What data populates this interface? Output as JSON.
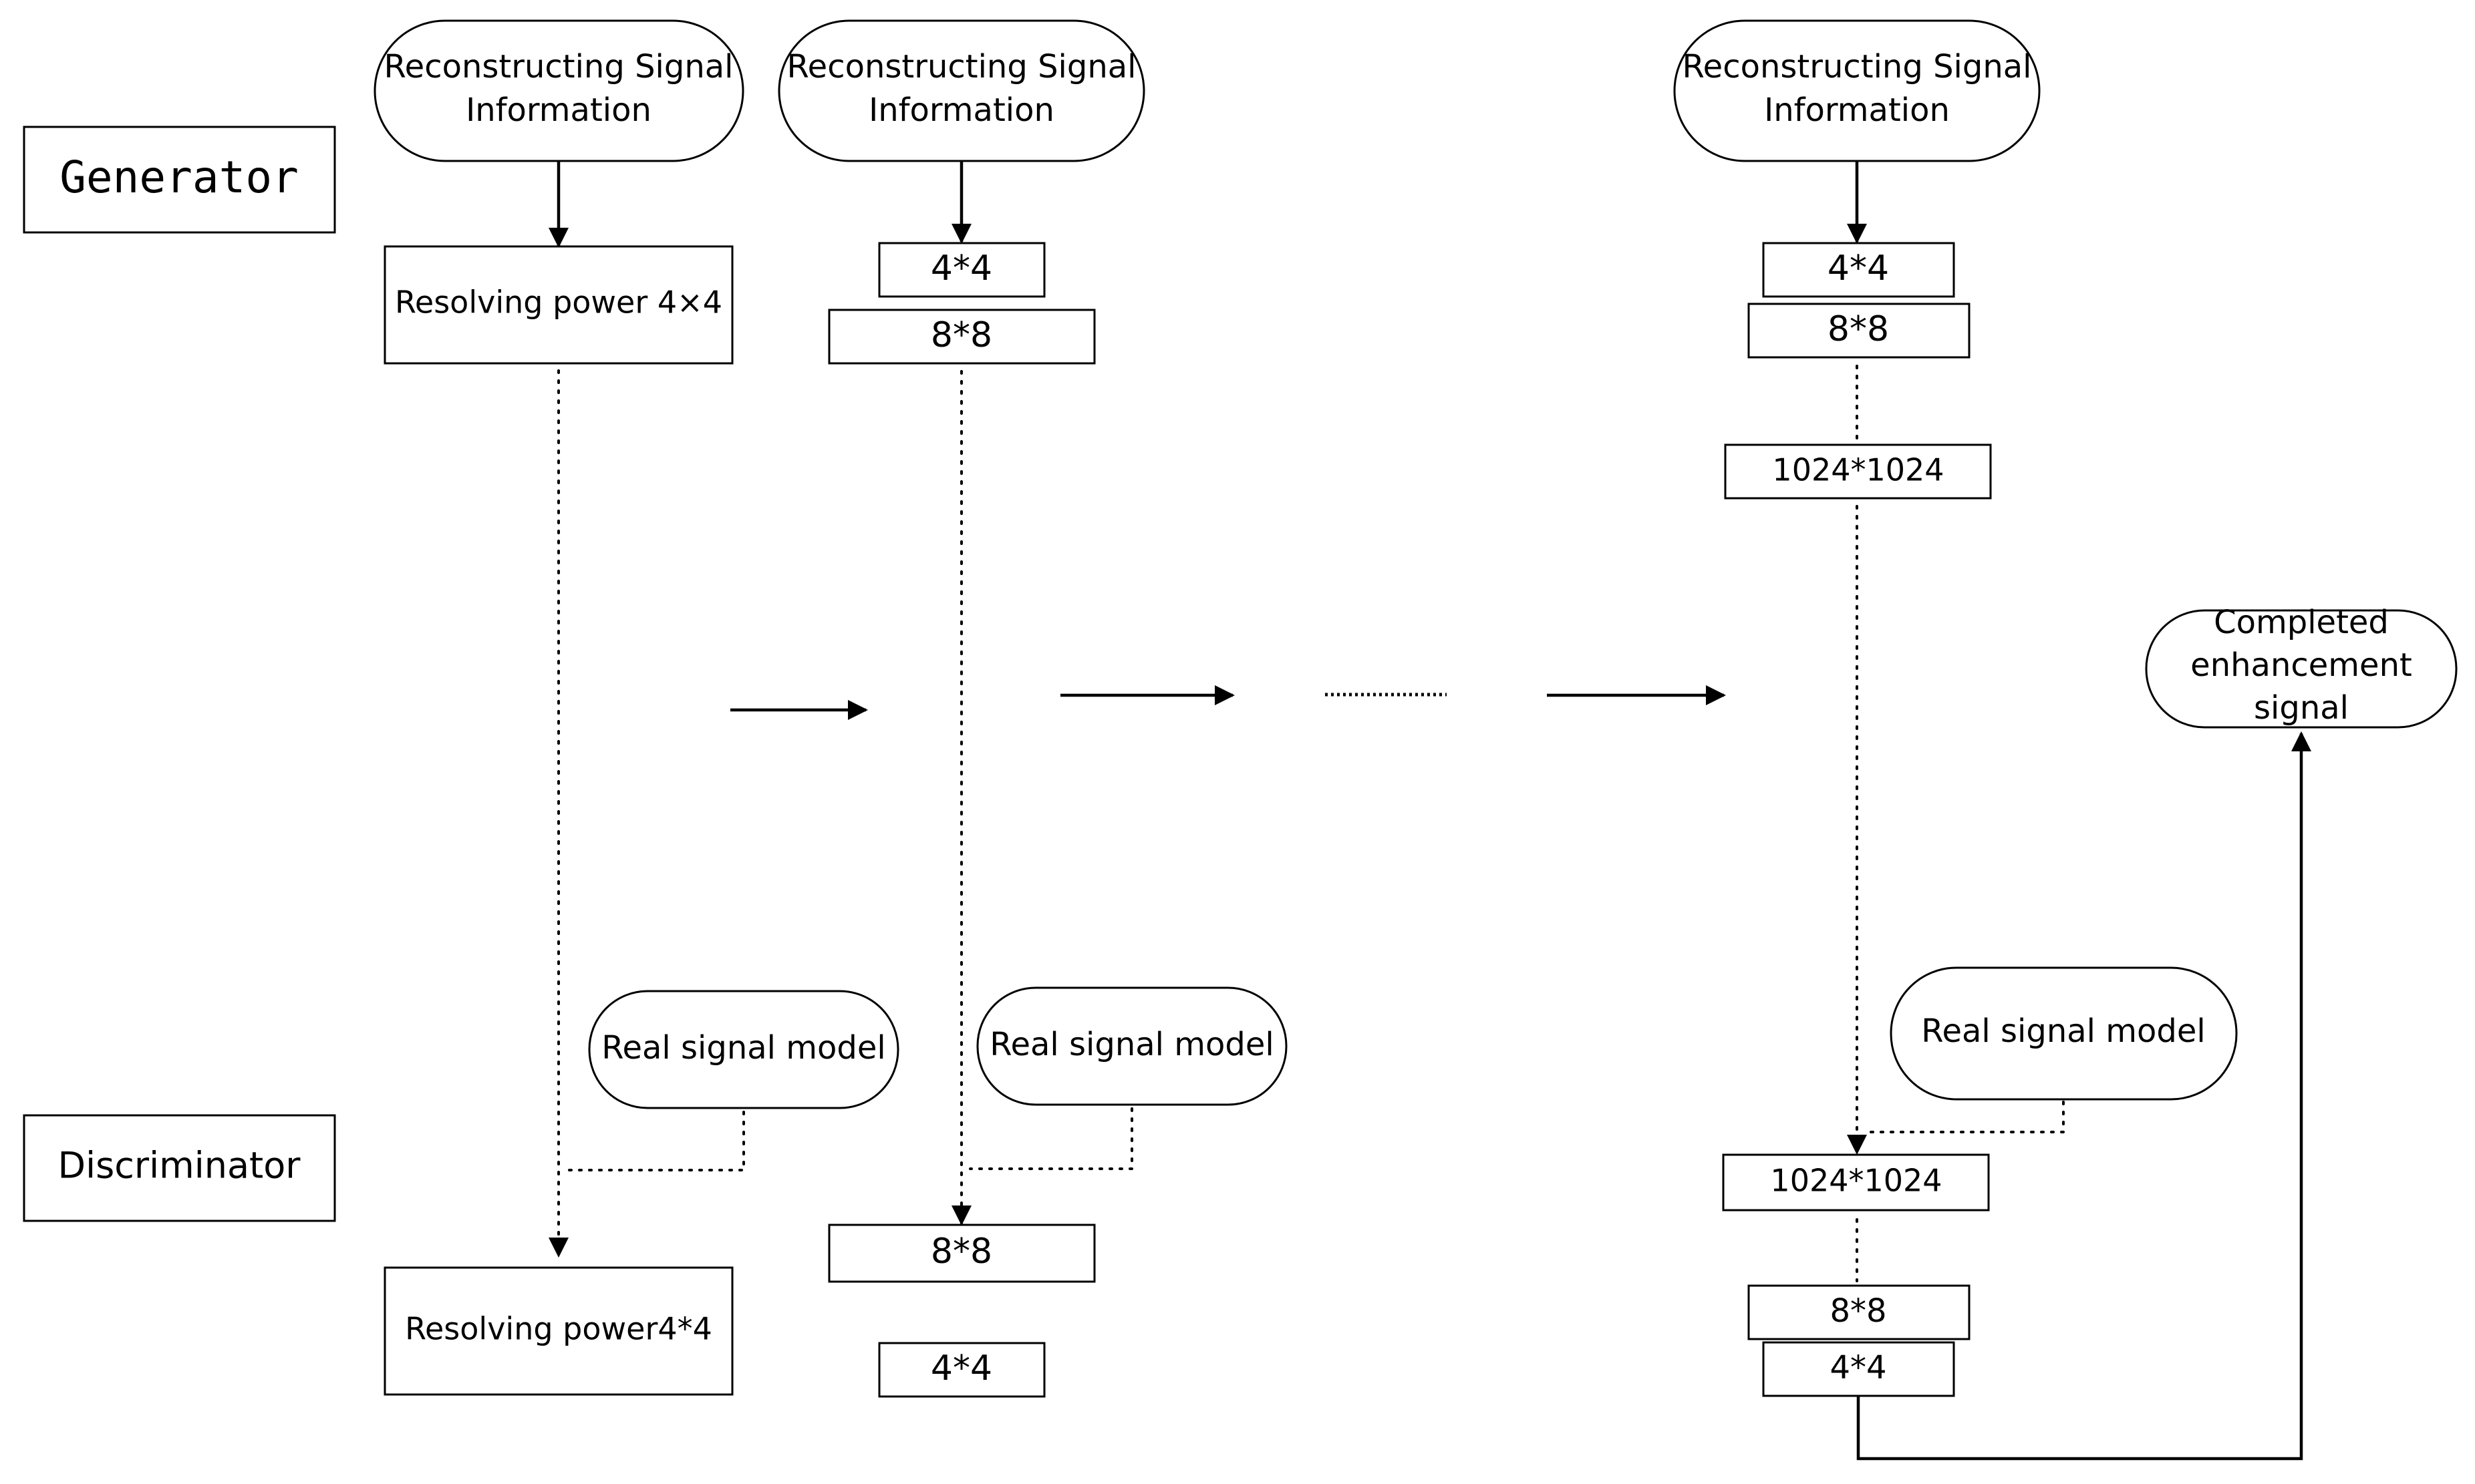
{
  "roles": {
    "generator": "Generator",
    "discriminator": "Discriminator"
  },
  "inputs": {
    "recon_line1": "Reconstructing Signal",
    "recon_line2": "Information"
  },
  "stage1": {
    "gen_block": "Resolving power 4×4",
    "disc_block": "Resolving power4*4"
  },
  "stage2": {
    "gen_small": "4*4",
    "gen_large": "8*8",
    "disc_large": "8*8",
    "disc_small": "4*4"
  },
  "stage3": {
    "gen_small": "4*4",
    "gen_mid": "8*8",
    "gen_large": "1024*1024",
    "disc_large": "1024*1024",
    "disc_mid": "8*8",
    "disc_small": "4*4"
  },
  "real_model": "Real signal model",
  "output": {
    "line1": "Completed",
    "line2": "enhancement",
    "line3": "signal"
  }
}
